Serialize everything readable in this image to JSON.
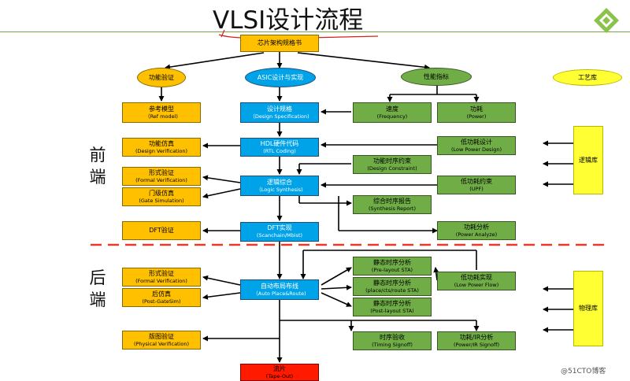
{
  "title": "VLSI设计流程",
  "side_labels": {
    "front": [
      "前",
      "端"
    ],
    "back": [
      "后",
      "端"
    ]
  },
  "nodes": {
    "spec": {
      "l1": "芯片架构规格书"
    },
    "func_verif": {
      "l1": "功能验证"
    },
    "asic": {
      "l1": "ASIC设计与实现"
    },
    "perf": {
      "l1": "性能指标"
    },
    "process_lib": {
      "l1": "工艺库"
    },
    "ref_model": {
      "l1": "参考模型",
      "l2": "（Ref model)"
    },
    "design_spec": {
      "l1": "设计规格",
      "l2": "（Design Specification)"
    },
    "speed": {
      "l1": "速度",
      "l2": "(Frequency)"
    },
    "power": {
      "l1": "功耗",
      "l2": "(Power)"
    },
    "func_sim": {
      "l1": "功能仿真",
      "l2": "(Design Verification)"
    },
    "rtl": {
      "l1": "HDL硬件代码",
      "l2": "(RTL Coding)"
    },
    "low_power_design": {
      "l1": "低功耗设计",
      "l2": "(Low Power Design)"
    },
    "timing_constraint": {
      "l1": "功能时序约束",
      "l2": "(Design Constraint)"
    },
    "logic_lib": {
      "l1": "逻辑库"
    },
    "formal_verif_f": {
      "l1": "形式验证",
      "l2": "(Formal Verification)"
    },
    "gate_sim": {
      "l1": "门级仿真",
      "l2": "(Gate Simulation)"
    },
    "logic_synth": {
      "l1": "逻辑综合",
      "l2": "（Logic Synthesis)"
    },
    "upf": {
      "l1": "低功耗约束",
      "l2": "(UPF)"
    },
    "synth_report": {
      "l1": "综合时序报告",
      "l2": "(Synthesis Report)"
    },
    "dft_verif": {
      "l1": "DFT验证"
    },
    "dft": {
      "l1": "DFT实现",
      "l2": "(Scanchain/Mbist)"
    },
    "power_analyze": {
      "l1": "功耗分析",
      "l2": "(Power Analyze)"
    },
    "formal_verif_b": {
      "l1": "形式验证",
      "l2": "(Formal Verification)"
    },
    "post_sim": {
      "l1": "后仿真",
      "l2": "(Post-GateSim)"
    },
    "pnr": {
      "l1": "自动布局布线",
      "l2": "（Auto Place&Route)"
    },
    "sta_pre": {
      "l1": "静态时序分析",
      "l2": "(Pre-layout STA)"
    },
    "sta_place": {
      "l1": "静态时序分析",
      "l2": "(place/cts/route STA)"
    },
    "sta_post": {
      "l1": "静态时序分析",
      "l2": "(Post-layout STA)"
    },
    "low_power_flow": {
      "l1": "低功耗实现",
      "l2": "(Low Power Flow)"
    },
    "physical_lib": {
      "l1": "物理库"
    },
    "phys_verif": {
      "l1": "版图验证",
      "l2": "(Physical Verification)"
    },
    "timing_signoff": {
      "l1": "时序验收",
      "l2": "(Timing Signoff)"
    },
    "power_ir": {
      "l1": "功耗/IR分析",
      "l2": "(Power/IR Signoff)"
    },
    "tapeout": {
      "l1": "流片",
      "l2": "(Tape-Out)"
    }
  },
  "watermark": "@51CTO博客",
  "colors": {
    "orange": "#ffc000",
    "blue": "#00a2e8",
    "green": "#70ad47",
    "yellow": "#ffff33",
    "red": "#ff1a00",
    "divider": "#e8392b"
  },
  "icons": {
    "logo": "green-diamond-logo-icon"
  }
}
